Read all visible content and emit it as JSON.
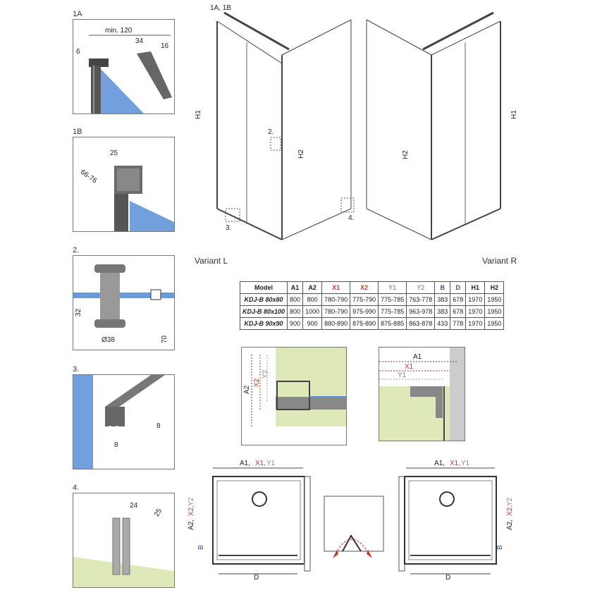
{
  "details": {
    "d1a": {
      "label": "1A",
      "min_width": "min. 120",
      "dim_34": "34",
      "dim_16": "16",
      "dim_6": "6"
    },
    "d1b": {
      "label": "1B",
      "dim_25": "25",
      "dim_range": "66-76"
    },
    "d2": {
      "label": "2.",
      "dim_32": "32",
      "dim_70": "70",
      "dim_dia": "Ø38"
    },
    "d3": {
      "label": "3.",
      "dim_8a": "8",
      "dim_8b": "8"
    },
    "d4": {
      "label": "4.",
      "dim_24": "24",
      "dim_25": "25"
    }
  },
  "views": {
    "callout_top": "1A, 1B",
    "h1": "H1",
    "h2": "H2",
    "callout_2": "2.",
    "callout_3": "3.",
    "callout_4": "4.",
    "h1_r": "H1",
    "h2_r": "H2",
    "variant_l": "Variant L",
    "variant_r": "Variant R"
  },
  "table": {
    "headers": [
      "Model",
      "A1",
      "A2",
      "X1",
      "X2",
      "Y1",
      "Y2",
      "B",
      "D",
      "H1",
      "H2"
    ],
    "rows": [
      [
        "KDJ-B 80x80",
        "800",
        "800",
        "780-790",
        "775-790",
        "775-785",
        "763-778",
        "383",
        "678",
        "1970",
        "1950"
      ],
      [
        "KDJ-B 80x100",
        "800",
        "1000",
        "780-790",
        "975-990",
        "775-785",
        "963-978",
        "383",
        "678",
        "1970",
        "1950"
      ],
      [
        "KDJ-B 90x90",
        "900",
        "900",
        "880-890",
        "875-890",
        "875-885",
        "863-878",
        "433",
        "778",
        "1970",
        "1950"
      ]
    ]
  },
  "sections": {
    "left_section": {
      "a2": "A2",
      "x2": "X2",
      "y2": "Y2"
    },
    "right_section": {
      "a1": "A1",
      "x1": "X1",
      "y1": "Y1"
    }
  },
  "plans": {
    "left": {
      "a1": "A1,",
      "x1": "X1,",
      "y1": "Y1",
      "a2": "A2,",
      "x2": "X2,",
      "y2": "Y2",
      "b": "B",
      "d": "D"
    },
    "right": {
      "a1": "A1,",
      "x1": "X1,",
      "y1": "Y1",
      "a2": "A2,",
      "x2": "X2,",
      "y2": "Y2",
      "b": "B",
      "d": "D"
    }
  },
  "colors": {
    "glass": "#5b8fd6",
    "wall": "#dde9b8",
    "frame": "#555555",
    "red": "#c0392b"
  }
}
